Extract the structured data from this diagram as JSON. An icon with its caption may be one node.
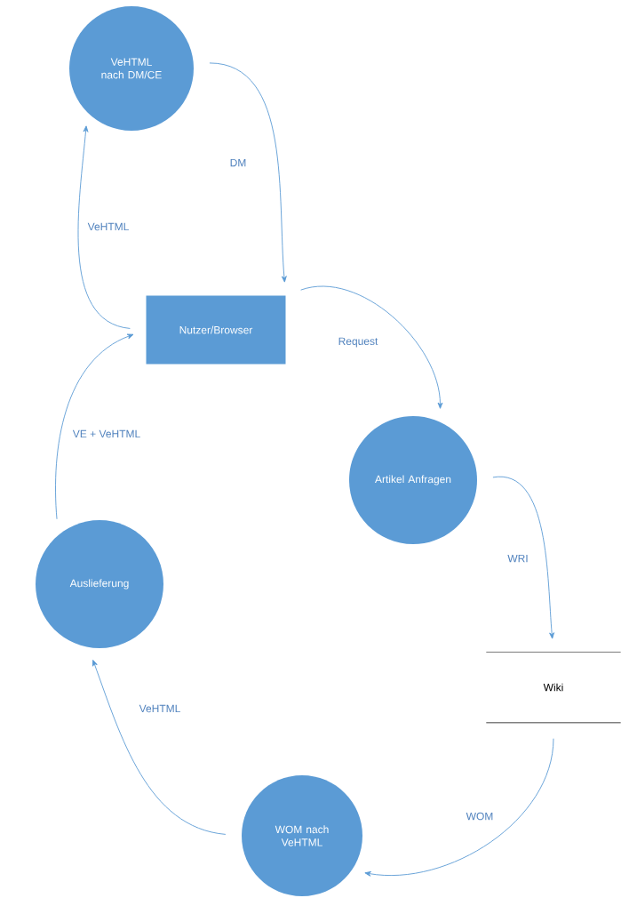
{
  "diagram": {
    "nodes": [
      {
        "text": [
          "VeHTML nach DM/CE"
        ]
      },
      {
        "text": [
          "Nutzer/Browser"
        ]
      },
      {
        "text": [
          "Artikel Anfragen"
        ]
      },
      {
        "text": [
          "Wiki"
        ]
      },
      {
        "text": [
          "Auslieferung"
        ]
      },
      {
        "text": [
          "WOM nach VeHTML"
        ]
      }
    ],
    "edges": [
      {
        "from": 1,
        "to": 0,
        "arrow": "to",
        "label": "VeHTML"
      },
      {
        "from": 0,
        "to": 1,
        "arrow": "to",
        "label": "DM"
      },
      {
        "from": 1,
        "to": 2,
        "arrow": "to",
        "label": "Request"
      },
      {
        "from": 2,
        "to": 3,
        "arrow": "to",
        "label": "WRI"
      },
      {
        "from": 3,
        "to": 5,
        "arrow": "to",
        "label": "WOM"
      },
      {
        "from": 5,
        "to": 4,
        "arrow": "to",
        "label": "VeHTML"
      },
      {
        "from": 4,
        "to": 1,
        "arrow": "to",
        "label": "VE + VeHTML"
      }
    ]
  }
}
